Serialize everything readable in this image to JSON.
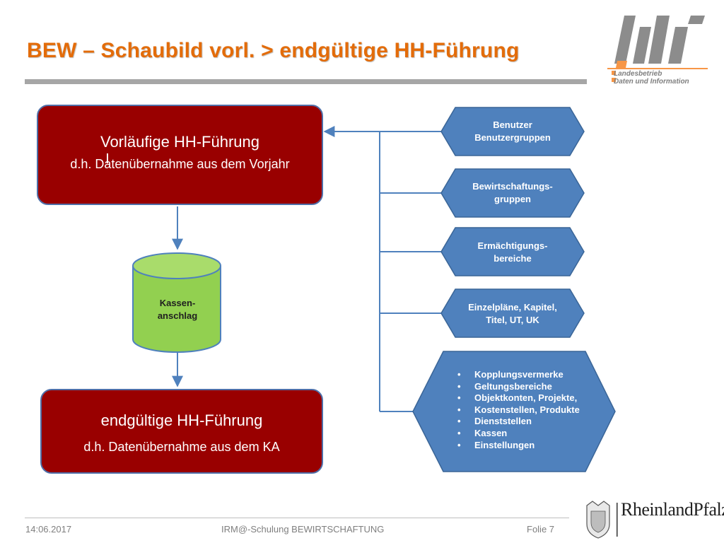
{
  "slide": {
    "title": "BEW – Schaubild vorl. > endgültige HH-Führung"
  },
  "logo": {
    "letters": "ldi",
    "line1": "Landesbetrieb",
    "line2": "Daten und Information"
  },
  "diagram": {
    "preliminary": {
      "title": "Vorläufige  HH-Führung",
      "subtitle": "d.h. Datenübernahme  aus dem Vorjahr"
    },
    "cylinder": {
      "line1": "Kassen-",
      "line2": "anschlag"
    },
    "final": {
      "title": "endgültige HH-Führung",
      "subtitle": "d.h. Datenübernahme  aus dem KA"
    },
    "inputs": [
      {
        "line1": "Benutzer",
        "line2": "Benutzergruppen"
      },
      {
        "line1": "Bewirtschaftungs-",
        "line2": "gruppen"
      },
      {
        "line1": "Ermächtigungs-",
        "line2": "bereiche"
      },
      {
        "line1": "Einzelpläne, Kapitel,",
        "line2": "Titel, UT, UK"
      }
    ],
    "list_box": [
      "Kopplungsvermerke",
      "Geltungsbereiche",
      "Objektkonten, Projekte,",
      "Kostenstellen, Produkte",
      "Dienststellen",
      "Kassen",
      "Einstellungen"
    ]
  },
  "colors": {
    "title": "#e36c0a",
    "red_box": "#990000",
    "hexagon": "#4f81bd",
    "cylinder": "#92d050",
    "connector": "#4f81bd"
  },
  "footer": {
    "date": "14:06.2017",
    "center": "IRM@-Schulung BEWIRTSCHAFTUNG",
    "page": "Folie 7",
    "state_logo": "RheinlandPfalz"
  }
}
